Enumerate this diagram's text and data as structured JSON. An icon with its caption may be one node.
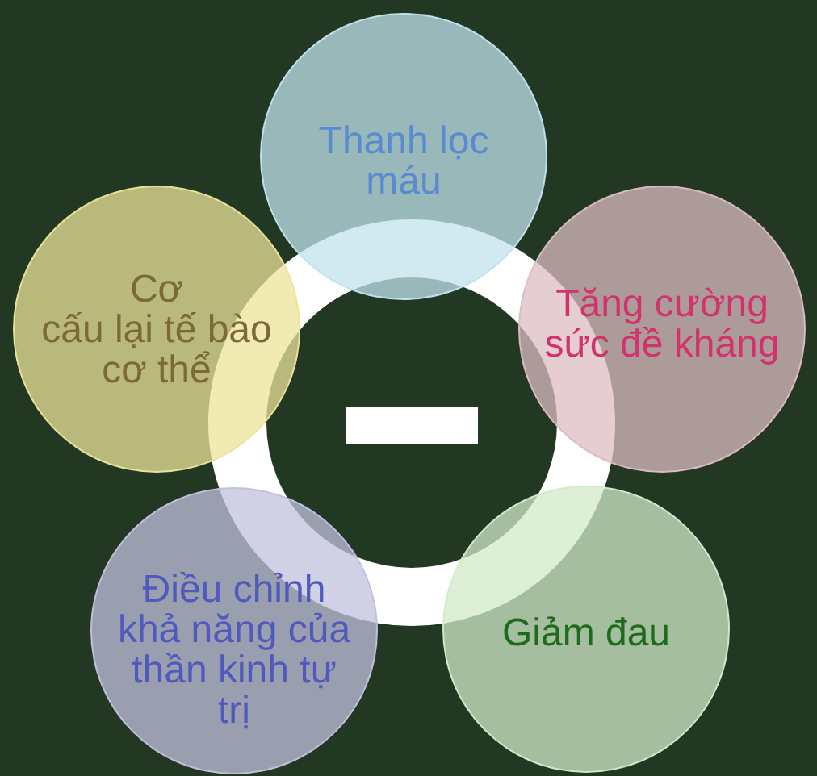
{
  "diagram": {
    "nodes": [
      {
        "text": [],
        "shape": "circle"
      },
      {
        "text": [],
        "shape": "bar",
        "in": 0
      },
      {
        "text": [
          "Thanh lọc máu"
        ]
      },
      {
        "text": [
          "Tăng cường sức đề kháng"
        ]
      },
      {
        "text": [
          "Giảm đau"
        ]
      },
      {
        "text": [
          "Điều chỉnh khả năng của thần kinh tự trị"
        ]
      },
      {
        "text": [
          "Cơ cấu lại tế bào cơ thể"
        ]
      }
    ]
  }
}
